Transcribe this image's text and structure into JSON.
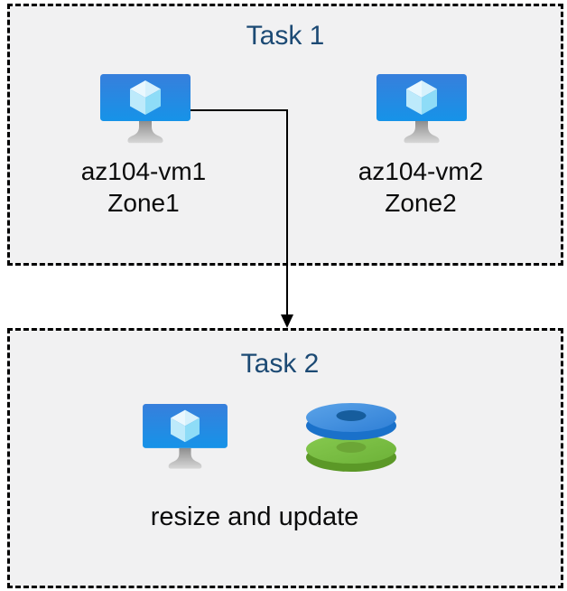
{
  "task1": {
    "title": "Task 1",
    "vms": [
      {
        "name": "az104-vm1",
        "zone": "Zone1"
      },
      {
        "name": "az104-vm2",
        "zone": "Zone2"
      }
    ]
  },
  "task2": {
    "title": "Task 2",
    "caption": "resize and update"
  },
  "connector": {
    "from": "az104-vm1",
    "to": "Task 2",
    "shape": "right-angle elbow with down arrowhead"
  },
  "icons": {
    "vm": "azure-virtual-machine-icon",
    "disks": "azure-managed-disks-icon"
  },
  "colors": {
    "box_fill": "#f1f1f2",
    "box_border": "#000000",
    "title_text": "#1c4a74",
    "label_text": "#0b0b0b",
    "arrow": "#000000",
    "monitor_blue_top": "#377fdc",
    "monitor_blue_bottom": "#1693e8",
    "cube_light": "#eaf8fe",
    "cube_mid": "#bdeafb",
    "cube_dark": "#8edcf7",
    "stand_gray_top": "#8e8e8e",
    "stand_gray_bottom": "#d8d8d8",
    "disk_blue_top": "#3e8cdc",
    "disk_blue_side": "#1a71ca",
    "disk_blue_hole": "#165d9d",
    "disk_green_top": "#79bf41",
    "disk_green_side": "#5b9827",
    "disk_green_hole": "#6ca636"
  }
}
